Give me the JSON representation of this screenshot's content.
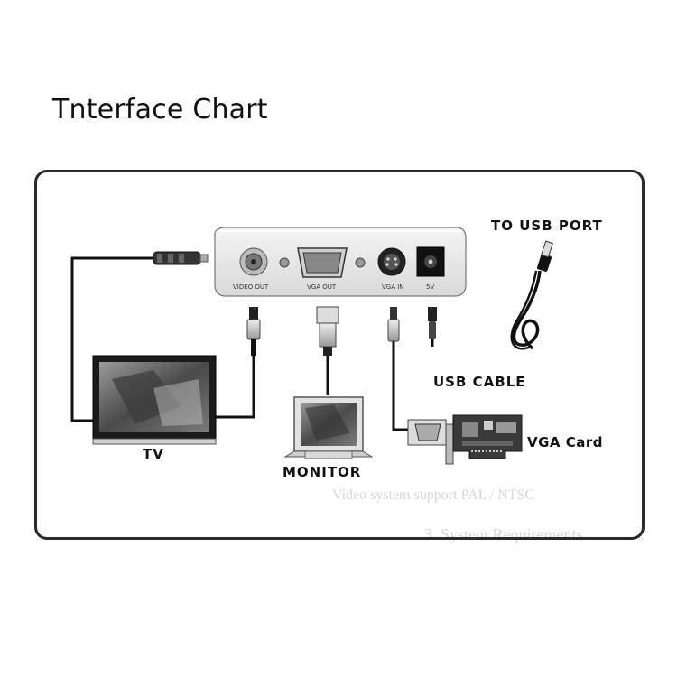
{
  "title": "Tnterface Chart",
  "labels": {
    "to_usb_port": "TO USB PORT",
    "usb_cable": "USB CABLE",
    "tv": "TV",
    "monitor": "MONITOR",
    "vga_card": "VGA Card"
  },
  "ports": {
    "video_out": "VIDEO OUT",
    "vga_out": "VGA OUT",
    "vga_in": "VGA IN",
    "power": "5V"
  },
  "bleed_through_text": [
    "Video system support PAL / NTSC",
    "3.  System Requirements"
  ]
}
